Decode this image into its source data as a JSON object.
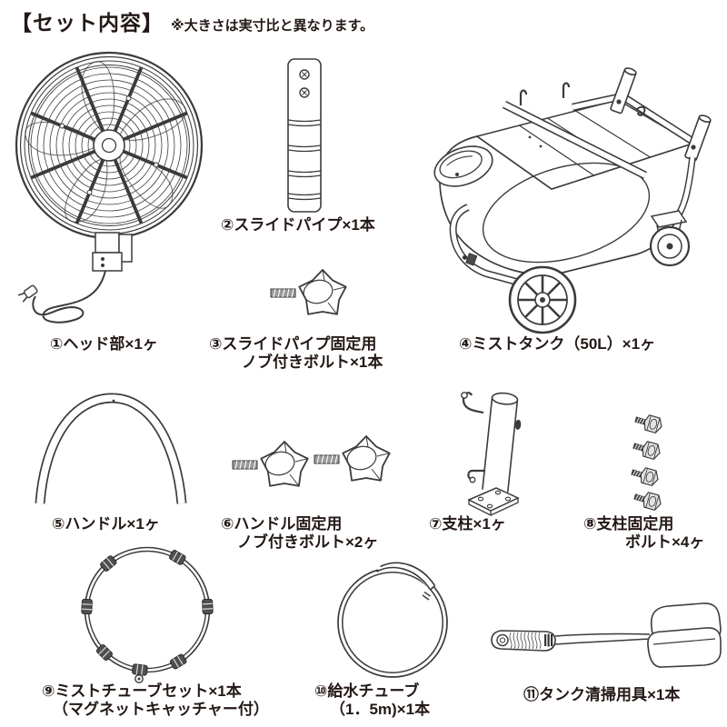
{
  "header": {
    "title": "【セット内容】",
    "note": "※大きさは実寸比と異なります。"
  },
  "colors": {
    "text": "#231815",
    "line": "#3b3b3b",
    "background": "#ffffff"
  },
  "items": [
    {
      "name": "head",
      "lines": [
        "①ヘッド部×1ヶ"
      ]
    },
    {
      "name": "slide-pipe",
      "lines": [
        "②スライドパイプ×1本"
      ]
    },
    {
      "name": "slide-pipe-bolt",
      "lines": [
        "③スライドパイプ固定用",
        "ノブ付きボルト×1本"
      ]
    },
    {
      "name": "mist-tank",
      "lines": [
        "④ミストタンク（50L）×1ヶ"
      ]
    },
    {
      "name": "handle",
      "lines": [
        "⑤ハンドル×1ヶ"
      ]
    },
    {
      "name": "handle-bolt",
      "lines": [
        "⑥ハンドル固定用",
        "ノブ付きボルト×2ヶ"
      ]
    },
    {
      "name": "pole",
      "lines": [
        "⑦支柱×1ヶ"
      ]
    },
    {
      "name": "pole-bolt",
      "lines": [
        "⑧支柱固定用",
        "ボルト×4ヶ"
      ]
    },
    {
      "name": "mist-tube-set",
      "lines": [
        "⑨ミストチューブセット×1本",
        "（マグネットキャッチャー付）"
      ]
    },
    {
      "name": "water-tube",
      "lines": [
        "⑩給水チューブ",
        "（1．5m)×1本"
      ]
    },
    {
      "name": "cleaning-tool",
      "lines": [
        "⑪タンク清掃用具×1本"
      ]
    }
  ]
}
